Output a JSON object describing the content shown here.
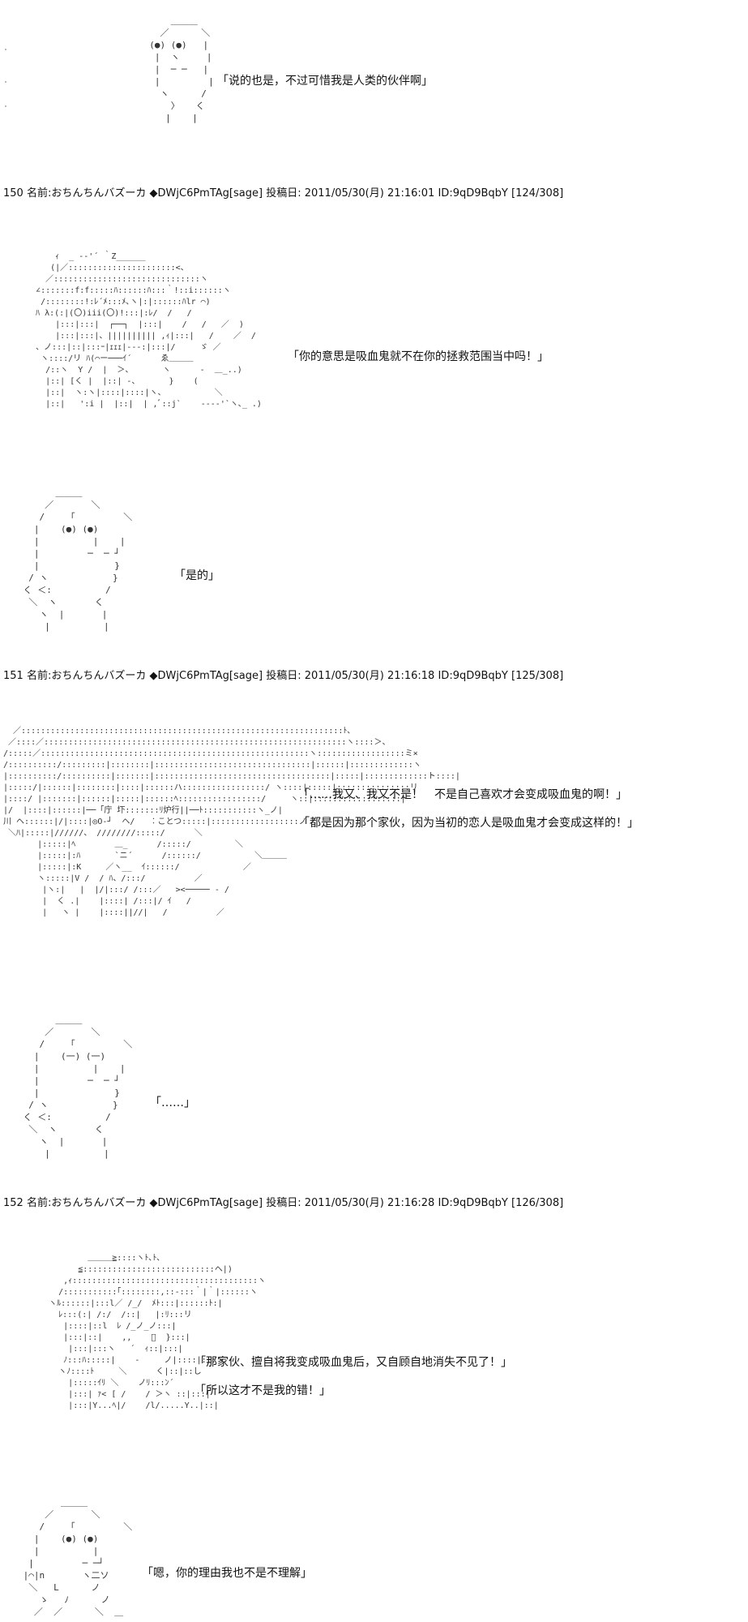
{
  "posts": [
    {
      "num": "150",
      "name_label": "名前:",
      "name": "おちんちんバズーカ",
      "trip": "◆DWjC6PmTAg[sage]",
      "date_label": "投稿日:",
      "date": "2011/05/30(月) 21:16:01",
      "id": "ID:9qD9BqbY",
      "count": "[124/308]"
    },
    {
      "num": "151",
      "name_label": "名前:",
      "name": "おちんちんバズーカ",
      "trip": "◆DWjC6PmTAg[sage]",
      "date_label": "投稿日:",
      "date": "2011/05/30(月) 21:16:18",
      "id": "ID:9qD9BqbY",
      "count": "[125/308]"
    },
    {
      "num": "152",
      "name_label": "名前:",
      "name": "おちんちんバズーカ",
      "trip": "◆DWjC6PmTAg[sage]",
      "date_label": "投稿日:",
      "date": "2011/05/30(月) 21:16:28",
      "id": "ID:9qD9BqbY",
      "count": "[126/308]"
    }
  ],
  "dialogue": {
    "s1": "「说的也是，不过可惜我是人类的伙伴啊」",
    "s2": "「你的意思是吸血鬼就不在你的拯救范围当中吗！」",
    "s3": "「是的」",
    "s4a": "「……我又、我又不是！　不是自己喜欢才会变成吸血鬼的啊！」",
    "s4b": "「都是因为那个家伙，因为当初的恋人是吸血鬼才会变成这样的！」",
    "s5": "「……」",
    "s6a": "「那家伙、擅自将我变成吸血鬼后，又自顾自地消失不见了！」",
    "s6b": "「所以这才不是我的错！」",
    "s7": "「嗯，你的理由我也不是不理解」"
  },
  "art": {
    "a1": "              ＿＿＿\n            ／      ＼\n          (●) (●)   |\n           |  ヽ     |\n           |  ─ ─   |\n           |         |\n            ヽ      /\n              〉   く\n             |    |",
    "a2": "       ｨ  _ -‐'´ ｀Z______\n      (|／::::::::::::::::::::::<、\n     ／::::::::::::::::::::::::::::::ヽ\n   ∠:::::::f:f:::::ﾊ::::::ﾊ:::｀!::i::::::ヽ\n    /::::::::!:ﾚ´ﾒ:::ﾒ､ヽ|:|::::::ﾊlr ⌒)\n   ﾊ λ:(:|(〇)iii(〇)!:::|:ﾚ/  /   /\n       |:::|:::|  ┌──┐  |:::|    /   /   ／  )\n       |:::|:::|、|||||||||| ,ｨ|:::|   /    ／  /\n   、ノ:::|::|:::ｰ|ｪｪｪ|‐‐‐:|:::|/     ゞ ／\n    ヽ::::/リ ﾊ(⌒ー───ｲ´      ゑ＿＿＿\n     /::ヽ  Y /  |  ＞、      ヽ      -  ＿_..)\n     |::| [く |  |::| -、      }    (\n     |::|  ヽ:ヽ|::::|::::|ヽ、          ＼\n     |::|   ':i |  |::|  | ,ﾞ::j`    ---‐'`ヽ､_ .)",
    "a3": "       ＿＿＿\n     ／       ＼\n    /    「         ＼\n   |    (●) (●)\n   |          |    |\n   |         ─  ─ ┘\n   |              }\n  / ヽ            }\n く ＜:          /\n  ＼  ヽ       く\n    ヽ  |       |\n     |          |",
    "a4": "  ／::::::::::::::::::::::::::::::::::::::::::::::::::::::::::::::::::ﾄ､\n ／::::／::::::::::::::::::::::::::::::::::::::::::::::::::::::::::::::ヽ::::＞、\n/:::::／:::::::::::::::::::::::::::::::::::::::::::::::::::::::ヽ::::::::::::::::::ミ×\n/::::::::::/:::::::::|::::::::|::::::::::::::::::::::::::::::::|::::::|:::::::::::::ヽ\n|::::::::::/::::::::::|:::::::|::::::::::::::::::::::::::::::::::::|:::::|:::::::::::::ト::::|\n|:::::/|::::::|::::::::|::::|::::::ハ:::::::::::::::::/ ヽ::::|:::::|:::::::::::::::リ\n|::::/ |:::::::|::::::|:::::|::::::ﾍ:::::::::::::::::/     ヽ::|::::::::::::::::::|\n|/  |::::|::::::|──「庁 圷:::::::ﾘ炉行||──ﾄ:::::::::::ヽ_ノ|\n川 ヘ::::::|/|::::|◎O‐┘  ヘ/   ︰ことつ:::::|::::::::::::::::::ノ\n ＼ﾊ|:::::|//////、 ////////:::::/      ＼\n       |:::::|ﾍ        ＿_      /:::::/         ＼\n       |:::::|:ﾊ       `ニ´      /::::::/           ＼＿＿＿\n       |:::::|:K     ／ヽ__  ｲ::::::/             ／\n       ヽ:::::|V /  / ﾊ、/:::/          ／\n        |ヽ:|   |  |/|:::/ /:::／   ><───── ‐ /\n        |  く .|    |::::| /:::|/ ｲ   /\n        |   ヽ |    |::::||//|   /          ／",
    "a5": "       ＿＿＿\n     ／       ＼\n    /    「         ＼\n   |    (一) (一)\n   |          |    |\n   |         ─  ─ ┘\n   |              }\n  / ヽ            }\n く ＜:          /\n  ＼  ヽ       く\n    ヽ  |       |\n     |          |",
    "a6": "             ＿＿＿≧::::ヽﾄ､ﾄ､\n           ≦:::::::::::::::::::::::::::ヘ|)\n        ,ｨ::::::::::::::::::::::::::::::::::::::ヽ\n       /:::::::::::｢::::::::,::-:::｀|｀|::::::ヽ\n     ヽﾙ::::::|:::l／ /_/  ﾒﾄ:::|::::::ﾄ:|\n       ﾚ:::(:| /:/  /::|   |:ﾘ:::リ\n        |::::|::l  ﾚ /_ノ_ノ:::|\n        |:::|::|    ,,    ﾞ  }:::|\n         |:::|:::ヽ   ´  ｨ::|:::|\n        ﾉ:::ﾊ:::::|    ‐     ノ|::::|:::ヽ\n       ヽﾉ::::ﾄ     ＼      く|::|::し\n         |:::::ｲﾘ ＼    ノﾘ:::ﾝ´\n         |:::| ｧ< [ /    / ＞ヽ ::|:::|\n         |:::|Y...ﾍ|/    /l/.....Y..|::|",
    "a7": "        ＿＿＿\n     ／       ＼\n    /    「         ＼\n   |    (●) (●)\n   |          |\n  |         ─ ─┘\n |⌒|n       ヽ二ソ\n  ＼   L      ノ\n    ゝ   ﾉ      ノ\n   ／  ／      ＼  ＿"
  }
}
